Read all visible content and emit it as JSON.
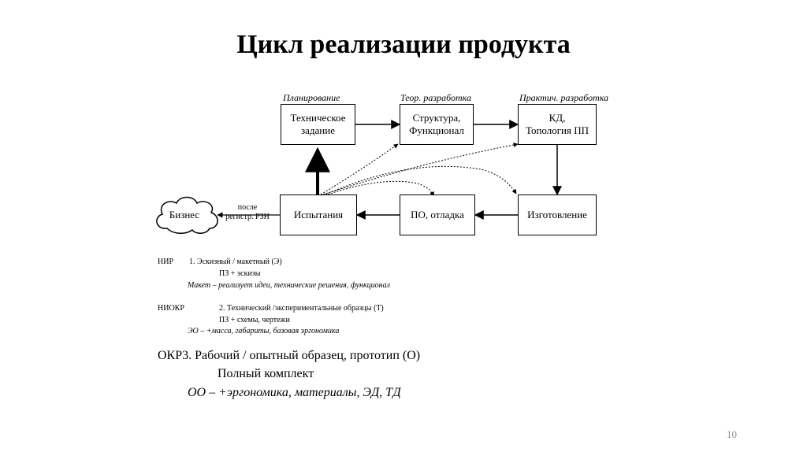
{
  "title": "Цикл реализации продукта",
  "diagram": {
    "captions": {
      "planning": "Планирование",
      "theory": "Теор. разработка",
      "practice": "Практич. разработка"
    },
    "boxes": {
      "tz_line1": "Техническое",
      "tz_line2": "задание",
      "struct_line1": "Структура,",
      "struct_line2": "Функционал",
      "kd_line1": "КД,",
      "kd_line2": "Топология ПП",
      "tests": "Испытания",
      "software": "ПО, отладка",
      "manufacturing": "Изготовление"
    },
    "cloud": "Бизнес",
    "arrow_label_line1": "после",
    "arrow_label_line2": "регистр. РЗН"
  },
  "notes": {
    "nir_code": "НИР",
    "nir_line1": "1. Эскизный / макетный (Э)",
    "nir_line2": "ПЗ + эскизы",
    "nir_line3": "Макет – реализует идеи, технические решения, функционал",
    "niokr_code": "НИОКР",
    "niokr_line1": "2. Технический /экспериментальные образцы (Т)",
    "niokr_line2": "ПЗ + схемы, чертежи",
    "niokr_line3": "ЭО –  +масса, габариты, базовая эргономика",
    "okr_line1": "ОКР3. Рабочий / опытный образец, прототип (О)",
    "okr_line2": "Полный комплект",
    "okr_line3": "ОО –  +эргономика, материалы, ЭД, ТД"
  },
  "page_number": "10"
}
